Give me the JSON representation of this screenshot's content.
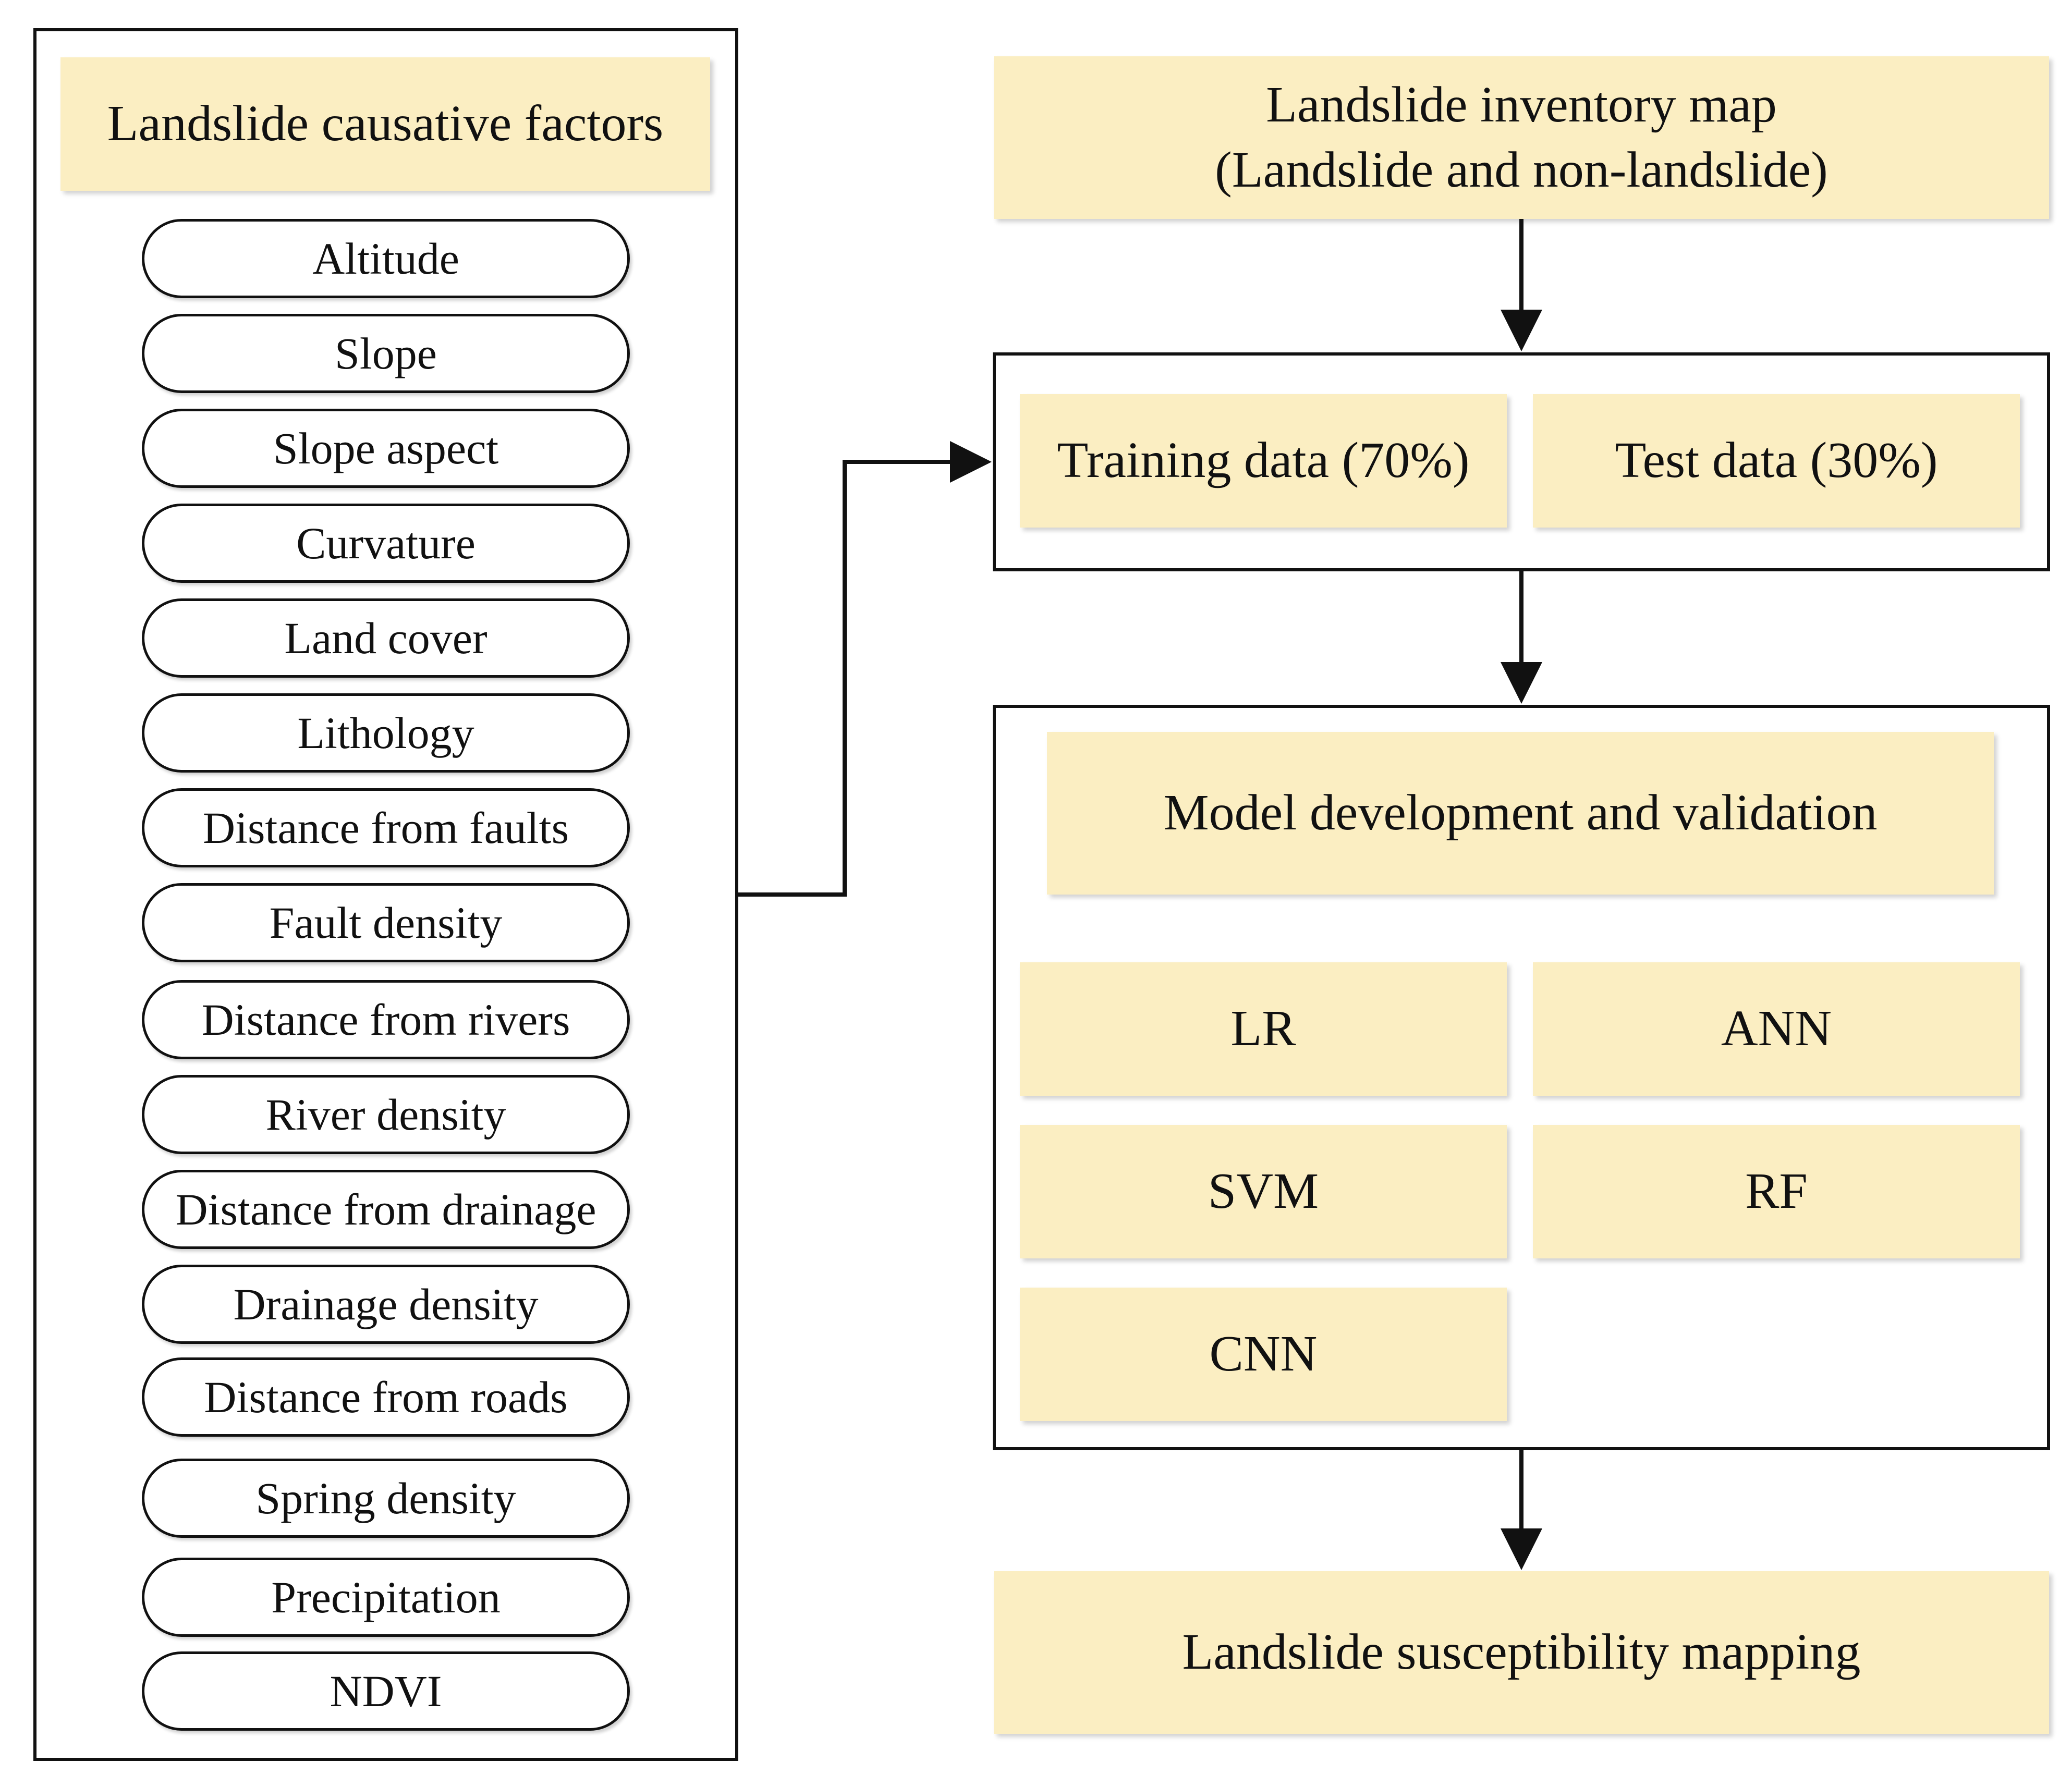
{
  "factors": {
    "title": "Landslide causative factors",
    "items": [
      "Altitude",
      "Slope",
      "Slope aspect",
      "Curvature",
      "Land cover",
      "Lithology",
      "Distance from faults",
      "Fault density",
      "Distance from rivers",
      "River density",
      "Distance from drainage",
      "Drainage density",
      "Distance from roads",
      "Spring density",
      "Precipitation",
      "NDVI"
    ]
  },
  "inventory": {
    "line1": "Landslide inventory map",
    "line2": "(Landslide and non-landslide)"
  },
  "split": {
    "training": "Training data (70%)",
    "test": "Test data (30%)"
  },
  "models": {
    "title": "Model development and validation",
    "lr": "LR",
    "ann": "ANN",
    "svm": "SVM",
    "rf": "RF",
    "cnn": "CNN"
  },
  "output": "Landslide susceptibility mapping"
}
